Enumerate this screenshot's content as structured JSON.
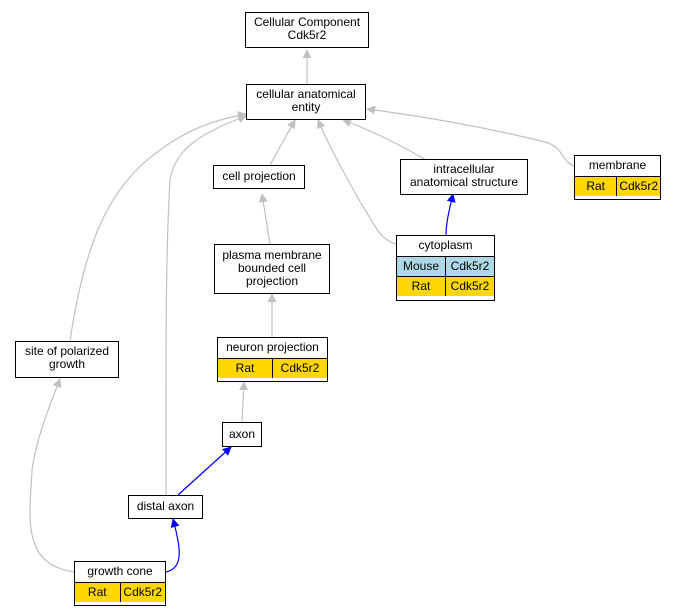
{
  "nodes": {
    "root": {
      "label": "Cellular Component\nCdk5r2"
    },
    "cae": {
      "label": "cellular anatomical\nentity"
    },
    "cellproj": {
      "label": "cell projection"
    },
    "intra": {
      "label": "intracellular\nanatomical structure"
    },
    "membrane": {
      "label": "membrane",
      "annotations": [
        {
          "species": "Rat",
          "gene": "Cdk5r2"
        }
      ]
    },
    "pmbcp": {
      "label": "plasma membrane\nbounded cell\nprojection"
    },
    "cytoplasm": {
      "label": "cytoplasm",
      "annotations": [
        {
          "species": "Mouse",
          "gene": "Cdk5r2"
        },
        {
          "species": "Rat",
          "gene": "Cdk5r2"
        }
      ]
    },
    "neuronproj": {
      "label": "neuron projection",
      "annotations": [
        {
          "species": "Rat",
          "gene": "Cdk5r2"
        }
      ]
    },
    "polarized": {
      "label": "site of polarized\ngrowth"
    },
    "axon": {
      "label": "axon"
    },
    "distal": {
      "label": "distal axon"
    },
    "growthcone": {
      "label": "growth cone",
      "annotations": [
        {
          "species": "Rat",
          "gene": "Cdk5r2"
        }
      ]
    }
  },
  "colors": {
    "rat": "#ffd700",
    "mouse": "#add8e6",
    "is_a_edge": "#c0c0c0",
    "part_of_edge": "#0000ff"
  }
}
